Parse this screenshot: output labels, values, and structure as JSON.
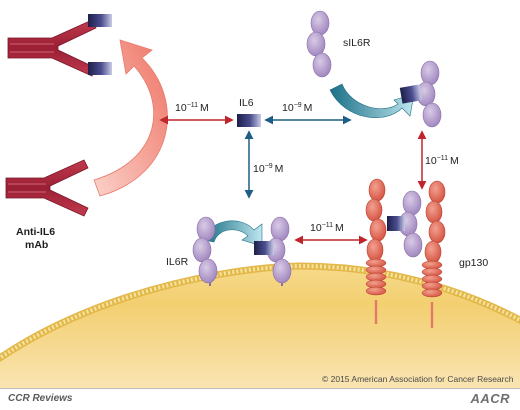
{
  "labels": {
    "sil6r": "sIL6R",
    "il6": "IL6",
    "il6r": "IL6R",
    "gp130": "gp130",
    "antibody_line1": "Anti-IL6",
    "antibody_line2": "mAb",
    "aff_left": "10",
    "aff_left_exp": "−11",
    "aff_right": "10",
    "aff_right_exp": "−9",
    "aff_down": "10",
    "aff_down_exp": "−9",
    "aff_mid": "10",
    "aff_mid_exp": "−11",
    "aff_vert_right": "10",
    "aff_vert_right_exp": "−11",
    "unit": "M"
  },
  "copyright": "© 2015 American Association for Cancer Research",
  "footer": {
    "journal": "CCR Reviews",
    "logo": "AACR"
  },
  "colors": {
    "antibody": "#a8263a",
    "il6_cytokine": "#3c3e78",
    "receptor": "#b6a0cc",
    "gp130": "#e06a56",
    "membrane": "#f3d782",
    "arrow_red": "#c0252b",
    "arrow_blue": "#1f5e84",
    "teal_arrow": "#2f8fa6",
    "pink_arrow": "#f4978c"
  }
}
